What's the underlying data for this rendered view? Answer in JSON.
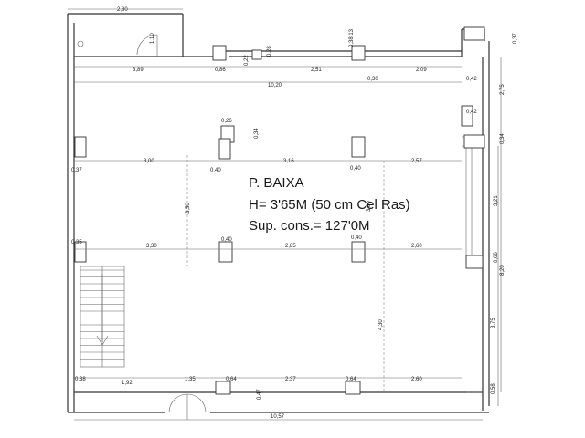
{
  "plan": {
    "title": "P. BAIXA",
    "height_note": "H= 3'65M (50 cm Cel Ras)",
    "surface": "Sup. cons.= 127'0M"
  },
  "dims": {
    "top_entry_width": "2,80",
    "door_small": "1,10",
    "d_3_89": "3,89",
    "d_0_86": "0,86",
    "d_0_22": "0,22",
    "d_0_28": "0,28",
    "d_0_38_13": "0,38 13",
    "d_2_51": "2,51",
    "d_0_30": "0,30",
    "d_2_09": "2,09",
    "d_0_37_right": "0,37",
    "d_10_20": "10,20",
    "d_0_42_a": "0,42",
    "d_2_75": "2,75",
    "d_0_42_b": "0,42",
    "d_0_26": "0,26",
    "d_0_34_a": "0,34",
    "d_0_34_b": "0,34",
    "d_0_37_left": "0,37",
    "d_3_00": "3,00",
    "d_0_40_a": "0,40",
    "d_3_16": "3,16",
    "d_0_40_b": "0,40",
    "d_2_57": "2,57",
    "d_3_50": "3,50",
    "d_3_80": "3,80",
    "d_3_21": "3,21",
    "d_0_35": "0,35",
    "d_0_40_c": "0,40",
    "d_0_40_d": "0,40",
    "d_3_30": "3,30",
    "d_2_85": "2,85",
    "d_2_60_a": "2,60",
    "d_0_66": "0,66",
    "d_8_20": "8,20",
    "d_4_30": "4,30",
    "d_3_75": "3,75",
    "d_0_38": "0,38",
    "d_1_92": "1,92",
    "d_1_35": "1,35",
    "d_0_64_a": "0,64",
    "d_2_37": "2,37",
    "d_0_64_b": "0,64",
    "d_2_60_b": "2,60",
    "d_0_47": "0,47",
    "d_0_58": "0,58",
    "d_10_57": "10,57"
  }
}
